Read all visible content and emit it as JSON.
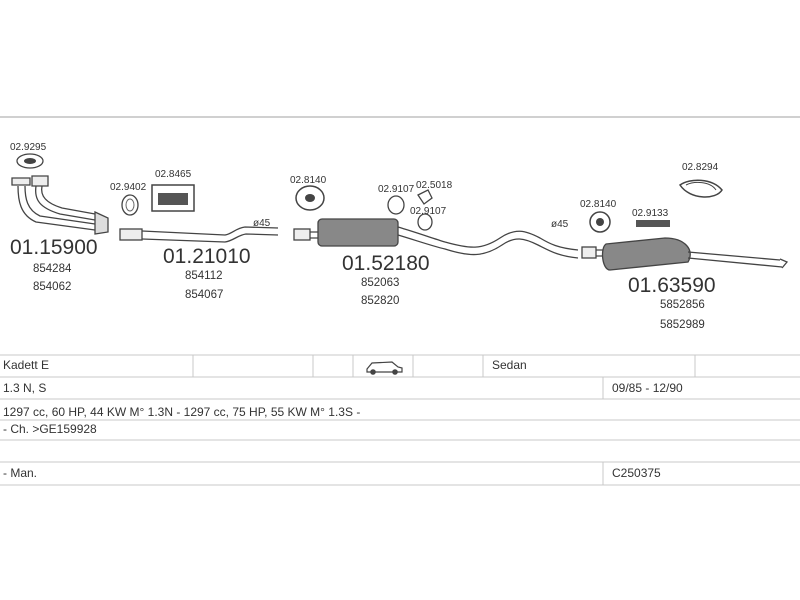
{
  "parts": {
    "clamp_front": "02.9295",
    "gasket_1": "02.9402",
    "kit_1": "02.8465",
    "pipe_front": {
      "code": "01.15900",
      "ref1": "854284",
      "ref2": "854062"
    },
    "pipe_mid": {
      "code": "01.21010",
      "ref1": "854112",
      "ref2": "854067"
    },
    "diameter_1": "ø45",
    "hanger_1": "02.8140",
    "ring_1": "02.9107",
    "bracket_1": "02.5018",
    "ring_2": "02.9107",
    "silencer_mid": {
      "code": "01.52180",
      "ref1": "852063",
      "ref2": "852820"
    },
    "diameter_2": "ø45",
    "strap": "02.8294",
    "hanger_2": "02.8140",
    "clamp_rear": "02.9133",
    "silencer_rear": {
      "code": "01.63590",
      "ref1": "5852856",
      "ref2": "5852989"
    }
  },
  "vehicle": {
    "model": "Kadett E",
    "body": "Sedan",
    "engine": "1.3 N, S",
    "years": "09/85 - 12/90",
    "specs": "1297 cc, 60 HP, 44 KW M° 1.3N - 1297 cc, 75 HP, 55 KW M° 1.3S -",
    "chassis": "- Ch. >GE159928",
    "transmission": "- Man.",
    "catalog": "C250375"
  }
}
